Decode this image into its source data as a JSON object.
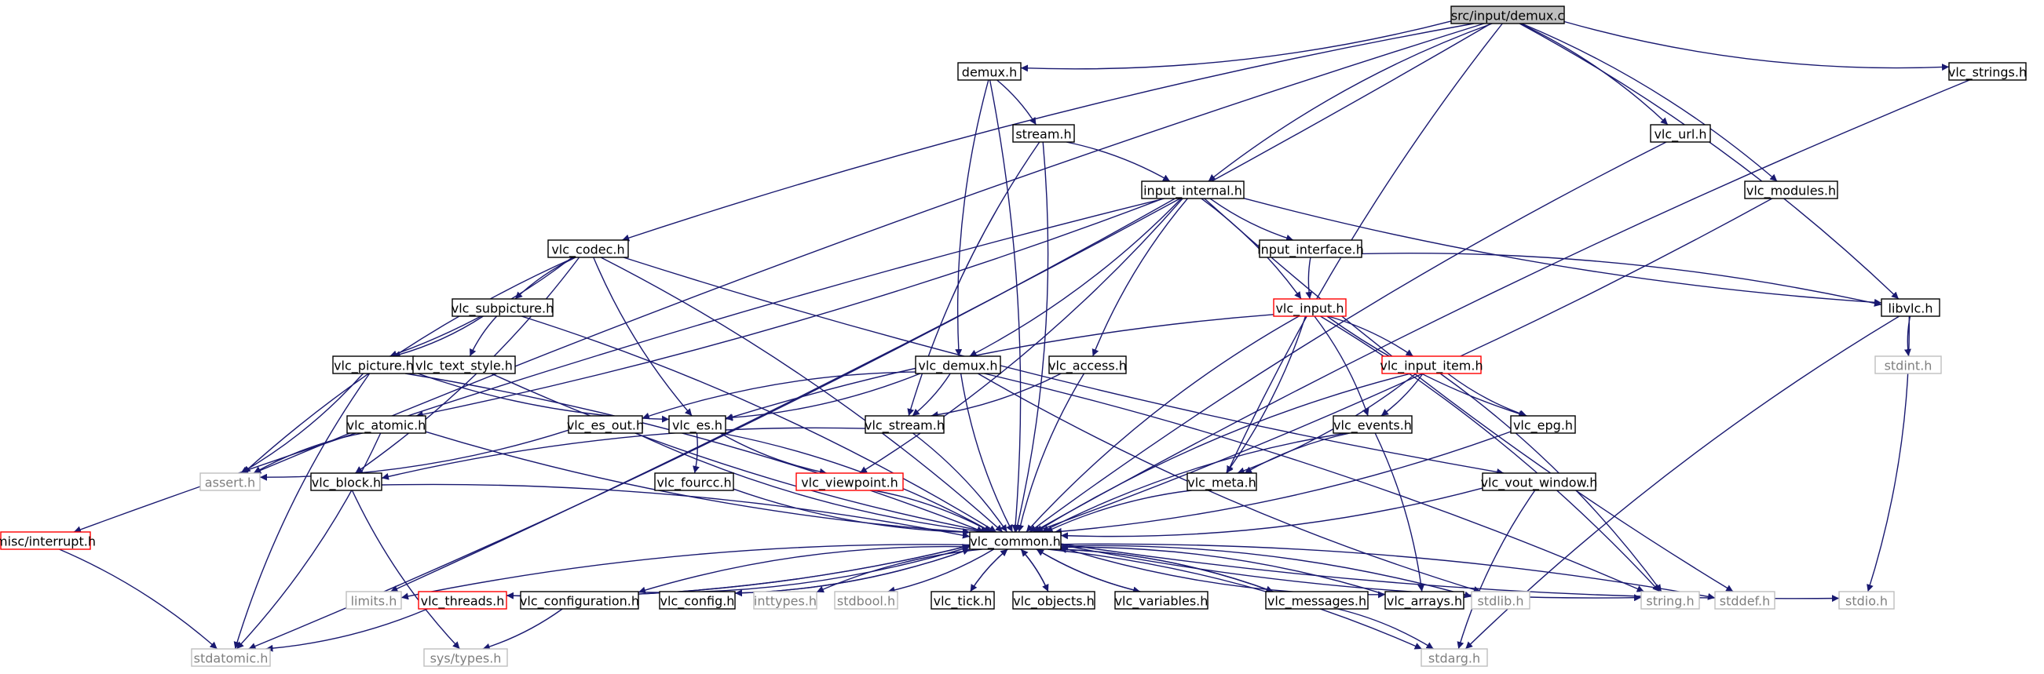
{
  "colors": {
    "edge": "#191970",
    "normal_border": "#000000",
    "normal_text": "#000000",
    "missing_border": "#bfbfbf",
    "missing_text": "#7f7f7f",
    "truncated_border": "#ff0000",
    "root_fill": "#bfbfbf"
  },
  "nodes": {
    "demux_c": {
      "label": "src/input/demux.c",
      "style": "root"
    },
    "demux_h": {
      "label": "demux.h",
      "style": "normal"
    },
    "vlc_strings": {
      "label": "vlc_strings.h",
      "style": "normal"
    },
    "stream_h": {
      "label": "stream.h",
      "style": "normal"
    },
    "vlc_url": {
      "label": "vlc_url.h",
      "style": "normal"
    },
    "input_internal": {
      "label": "input_internal.h",
      "style": "normal"
    },
    "vlc_modules": {
      "label": "vlc_modules.h",
      "style": "normal"
    },
    "vlc_codec": {
      "label": "vlc_codec.h",
      "style": "normal"
    },
    "input_interface": {
      "label": "input_interface.h",
      "style": "normal"
    },
    "vlc_subpicture": {
      "label": "vlc_subpicture.h",
      "style": "normal"
    },
    "vlc_input": {
      "label": "vlc_input.h",
      "style": "truncated"
    },
    "libvlc": {
      "label": "libvlc.h",
      "style": "normal"
    },
    "stdint": {
      "label": "stdint.h",
      "style": "missing"
    },
    "vlc_picture": {
      "label": "vlc_picture.h",
      "style": "normal"
    },
    "vlc_text_style": {
      "label": "vlc_text_style.h",
      "style": "normal"
    },
    "vlc_demux": {
      "label": "vlc_demux.h",
      "style": "normal"
    },
    "vlc_access": {
      "label": "vlc_access.h",
      "style": "normal"
    },
    "vlc_input_item": {
      "label": "vlc_input_item.h",
      "style": "truncated"
    },
    "vlc_atomic": {
      "label": "vlc_atomic.h",
      "style": "normal"
    },
    "vlc_es_out": {
      "label": "vlc_es_out.h",
      "style": "normal"
    },
    "vlc_es": {
      "label": "vlc_es.h",
      "style": "normal"
    },
    "vlc_stream": {
      "label": "vlc_stream.h",
      "style": "normal"
    },
    "vlc_events": {
      "label": "vlc_events.h",
      "style": "normal"
    },
    "vlc_epg": {
      "label": "vlc_epg.h",
      "style": "normal"
    },
    "assert_h": {
      "label": "assert.h",
      "style": "missing"
    },
    "vlc_block": {
      "label": "vlc_block.h",
      "style": "normal"
    },
    "vlc_fourcc": {
      "label": "vlc_fourcc.h",
      "style": "normal"
    },
    "vlc_viewpoint": {
      "label": "vlc_viewpoint.h",
      "style": "truncated"
    },
    "vlc_meta": {
      "label": "vlc_meta.h",
      "style": "normal"
    },
    "vlc_vout_window": {
      "label": "vlc_vout_window.h",
      "style": "normal"
    },
    "misc_interrupt": {
      "label": "misc/interrupt.h",
      "style": "truncated"
    },
    "vlc_common": {
      "label": "vlc_common.h",
      "style": "normal"
    },
    "limits_h": {
      "label": "limits.h",
      "style": "missing"
    },
    "vlc_threads": {
      "label": "vlc_threads.h",
      "style": "truncated"
    },
    "vlc_configuration": {
      "label": "vlc_configuration.h",
      "style": "normal"
    },
    "vlc_config": {
      "label": "vlc_config.h",
      "style": "normal"
    },
    "inttypes": {
      "label": "inttypes.h",
      "style": "missing"
    },
    "stdbool": {
      "label": "stdbool.h",
      "style": "missing"
    },
    "vlc_tick": {
      "label": "vlc_tick.h",
      "style": "normal"
    },
    "vlc_objects": {
      "label": "vlc_objects.h",
      "style": "normal"
    },
    "vlc_variables": {
      "label": "vlc_variables.h",
      "style": "normal"
    },
    "vlc_messages": {
      "label": "vlc_messages.h",
      "style": "normal"
    },
    "vlc_arrays": {
      "label": "vlc_arrays.h",
      "style": "normal"
    },
    "stdlib_h": {
      "label": "stdlib.h",
      "style": "missing"
    },
    "string_h": {
      "label": "string.h",
      "style": "missing"
    },
    "stddef_h": {
      "label": "stddef.h",
      "style": "missing"
    },
    "stdio_h": {
      "label": "stdio.h",
      "style": "missing"
    },
    "stdatomic": {
      "label": "stdatomic.h",
      "style": "missing"
    },
    "sys_types": {
      "label": "sys/types.h",
      "style": "missing"
    },
    "stdarg": {
      "label": "stdarg.h",
      "style": "missing"
    }
  },
  "edges": [
    [
      "demux_c",
      "demux_h"
    ],
    [
      "demux_c",
      "vlc_strings"
    ],
    [
      "demux_c",
      "vlc_url"
    ],
    [
      "demux_c",
      "input_internal"
    ],
    [
      "demux_c",
      "vlc_modules"
    ],
    [
      "demux_c",
      "vlc_codec"
    ],
    [
      "demux_c",
      "libvlc"
    ],
    [
      "demux_c",
      "assert_h"
    ],
    [
      "demux_c",
      "limits_h"
    ],
    [
      "demux_c",
      "vlc_meta"
    ],
    [
      "demux_h",
      "stream_h"
    ],
    [
      "demux_h",
      "vlc_demux"
    ],
    [
      "demux_h",
      "vlc_common"
    ],
    [
      "vlc_strings",
      "vlc_common"
    ],
    [
      "stream_h",
      "input_internal"
    ],
    [
      "stream_h",
      "vlc_stream"
    ],
    [
      "stream_h",
      "vlc_common"
    ],
    [
      "vlc_url",
      "vlc_common"
    ],
    [
      "vlc_modules",
      "vlc_common"
    ],
    [
      "input_internal",
      "input_interface"
    ],
    [
      "input_internal",
      "vlc_input"
    ],
    [
      "input_internal",
      "libvlc"
    ],
    [
      "input_internal",
      "vlc_demux"
    ],
    [
      "input_internal",
      "vlc_access"
    ],
    [
      "input_internal",
      "vlc_atomic"
    ],
    [
      "input_internal",
      "misc_interrupt"
    ],
    [
      "input_internal",
      "vlc_viewpoint"
    ],
    [
      "input_internal",
      "stddef_h"
    ],
    [
      "input_internal",
      "stdatomic"
    ],
    [
      "input_interface",
      "vlc_input"
    ],
    [
      "input_interface",
      "libvlc"
    ],
    [
      "vlc_codec",
      "vlc_subpicture"
    ],
    [
      "vlc_codec",
      "vlc_picture"
    ],
    [
      "vlc_codec",
      "vlc_es"
    ],
    [
      "vlc_codec",
      "vlc_block"
    ],
    [
      "vlc_codec",
      "assert_h"
    ],
    [
      "vlc_codec",
      "vlc_common"
    ],
    [
      "vlc_codec",
      "vlc_vout_window"
    ],
    [
      "vlc_subpicture",
      "vlc_picture"
    ],
    [
      "vlc_subpicture",
      "vlc_text_style"
    ],
    [
      "vlc_subpicture",
      "vlc_common"
    ],
    [
      "vlc_picture",
      "vlc_es"
    ],
    [
      "vlc_picture",
      "assert_h"
    ],
    [
      "vlc_picture",
      "stdatomic"
    ],
    [
      "vlc_picture",
      "vlc_common"
    ],
    [
      "vlc_text_style",
      "vlc_common"
    ],
    [
      "vlc_input",
      "vlc_input_item"
    ],
    [
      "vlc_input",
      "vlc_es"
    ],
    [
      "vlc_input",
      "vlc_events"
    ],
    [
      "vlc_input",
      "vlc_epg"
    ],
    [
      "vlc_input",
      "vlc_meta"
    ],
    [
      "vlc_input",
      "vlc_common"
    ],
    [
      "vlc_input",
      "string_h"
    ],
    [
      "libvlc",
      "stdint"
    ],
    [
      "libvlc",
      "stdio_h"
    ],
    [
      "libvlc",
      "stdarg"
    ],
    [
      "vlc_demux",
      "vlc_es"
    ],
    [
      "vlc_demux",
      "vlc_es_out"
    ],
    [
      "vlc_demux",
      "vlc_stream"
    ],
    [
      "vlc_demux",
      "vlc_common"
    ],
    [
      "vlc_demux",
      "string_h"
    ],
    [
      "vlc_demux",
      "stdlib_h"
    ],
    [
      "vlc_access",
      "vlc_stream"
    ],
    [
      "vlc_access",
      "vlc_common"
    ],
    [
      "vlc_input_item",
      "vlc_events"
    ],
    [
      "vlc_input_item",
      "vlc_epg"
    ],
    [
      "vlc_input_item",
      "vlc_meta"
    ],
    [
      "vlc_input_item",
      "vlc_common"
    ],
    [
      "vlc_input_item",
      "string_h"
    ],
    [
      "vlc_atomic",
      "assert_h"
    ],
    [
      "vlc_atomic",
      "stdatomic"
    ],
    [
      "vlc_atomic",
      "vlc_common"
    ],
    [
      "vlc_es_out",
      "assert_h"
    ],
    [
      "vlc_es_out",
      "vlc_common"
    ],
    [
      "vlc_es",
      "vlc_fourcc"
    ],
    [
      "vlc_es",
      "vlc_viewpoint"
    ],
    [
      "vlc_es",
      "vlc_common"
    ],
    [
      "vlc_stream",
      "vlc_block"
    ],
    [
      "vlc_stream",
      "vlc_common"
    ],
    [
      "vlc_events",
      "vlc_meta"
    ],
    [
      "vlc_events",
      "vlc_arrays"
    ],
    [
      "vlc_events",
      "vlc_common"
    ],
    [
      "vlc_epg",
      "vlc_common"
    ],
    [
      "vlc_block",
      "sys_types"
    ],
    [
      "vlc_block",
      "vlc_common"
    ],
    [
      "vlc_fourcc",
      "vlc_common"
    ],
    [
      "vlc_viewpoint",
      "vlc_common"
    ],
    [
      "vlc_meta",
      "vlc_common"
    ],
    [
      "vlc_vout_window",
      "vlc_common"
    ],
    [
      "vlc_vout_window",
      "stdarg"
    ],
    [
      "misc_interrupt",
      "stdatomic"
    ],
    [
      "vlc_common",
      "limits_h"
    ],
    [
      "vlc_common",
      "vlc_threads"
    ],
    [
      "vlc_common",
      "vlc_configuration"
    ],
    [
      "vlc_common",
      "vlc_config"
    ],
    [
      "vlc_common",
      "inttypes"
    ],
    [
      "vlc_common",
      "stdbool"
    ],
    [
      "vlc_common",
      "vlc_tick"
    ],
    [
      "vlc_common",
      "vlc_objects"
    ],
    [
      "vlc_common",
      "vlc_variables"
    ],
    [
      "vlc_common",
      "vlc_messages"
    ],
    [
      "vlc_common",
      "vlc_arrays"
    ],
    [
      "vlc_common",
      "stdlib_h"
    ],
    [
      "vlc_common",
      "string_h"
    ],
    [
      "vlc_common",
      "stddef_h"
    ],
    [
      "vlc_common",
      "stdio_h"
    ],
    [
      "vlc_common",
      "stdarg"
    ],
    [
      "vlc_threads",
      "vlc_common"
    ],
    [
      "vlc_threads",
      "stdatomic"
    ],
    [
      "vlc_configuration",
      "vlc_common"
    ],
    [
      "vlc_configuration",
      "sys_types"
    ],
    [
      "vlc_config",
      "vlc_common"
    ],
    [
      "vlc_tick",
      "vlc_common"
    ],
    [
      "vlc_objects",
      "vlc_common"
    ],
    [
      "vlc_variables",
      "vlc_common"
    ],
    [
      "vlc_messages",
      "vlc_common"
    ],
    [
      "vlc_messages",
      "stdarg"
    ],
    [
      "vlc_arrays",
      "vlc_common"
    ]
  ]
}
